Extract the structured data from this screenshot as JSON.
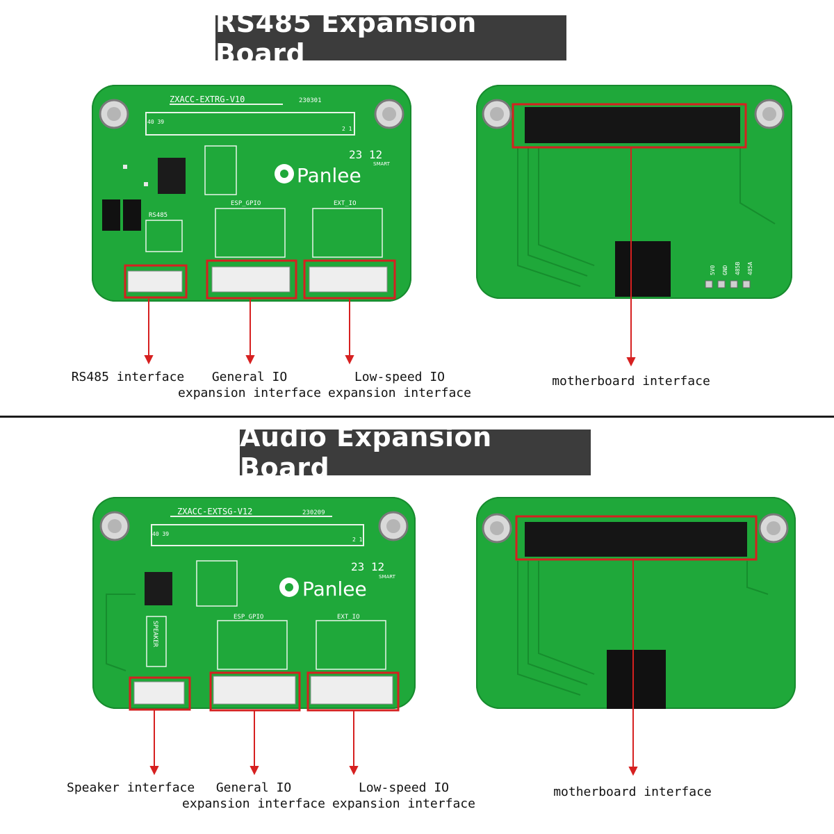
{
  "sections": [
    {
      "title": "RS485 Expansion Board",
      "front_board": {
        "model": "ZXACC-EXTRG-V10",
        "date": "230301",
        "header_mark_left": "40 39",
        "header_mark_right": "2 1",
        "brand": "Panlee",
        "brand_sub": "SMART",
        "code": "23 12",
        "box_labels": [
          "RS485",
          "ESP_GPIO",
          "EXT_IO"
        ]
      },
      "back_board": {
        "pin_labels": [
          "5V0",
          "GND",
          "485B",
          "485A"
        ]
      },
      "callouts": [
        "RS485 interface",
        "General IO\nexpansion interface",
        "Low-speed IO\nexpansion interface",
        "motherboard interface"
      ]
    },
    {
      "title": "Audio Expansion Board",
      "front_board": {
        "model": "ZXACC-EXTSG-V12",
        "date": "230209",
        "header_mark_left": "40 39",
        "header_mark_right": "2 1",
        "brand": "Panlee",
        "brand_sub": "SMART",
        "code": "23 12",
        "box_labels": [
          "SPEAKER",
          "ESP_GPIO",
          "EXT_IO"
        ]
      },
      "back_board": {
        "pin_labels": []
      },
      "callouts": [
        "Speaker interface",
        "General IO\nexpansion interface",
        "Low-speed IO\nexpansion interface",
        "motherboard interface"
      ]
    }
  ],
  "colors": {
    "pcb_green": "#1fa83a",
    "trace_green": "#168d2d",
    "highlight_red": "#d62020",
    "banner_bg": "#3c3c3c"
  }
}
